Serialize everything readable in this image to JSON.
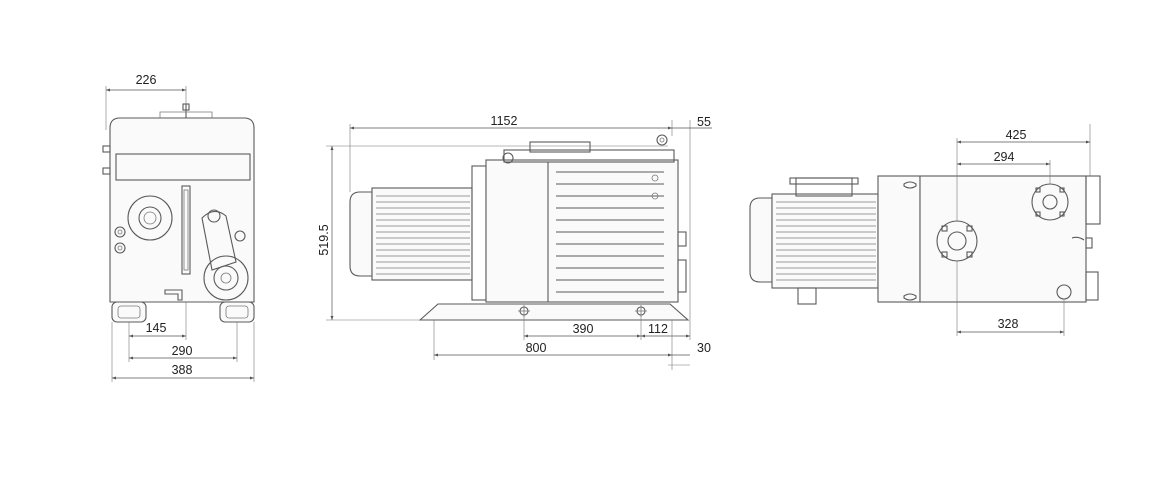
{
  "dimensions": {
    "front": {
      "top_width": "226",
      "foot_offset": "145",
      "foot_spacing": "290",
      "overall_width": "388"
    },
    "side": {
      "overall_length": "1152",
      "right_offset": "55",
      "height": "519.5",
      "bolt_spacing": "390",
      "bolt_to_end": "112",
      "base_length": "800",
      "base_end": "30"
    },
    "top": {
      "flange_x": "425",
      "port_x": "294",
      "port2_x": "328"
    }
  },
  "colors": {
    "line": "#5a5a5a",
    "dimension": "#555555",
    "text": "#222222"
  }
}
